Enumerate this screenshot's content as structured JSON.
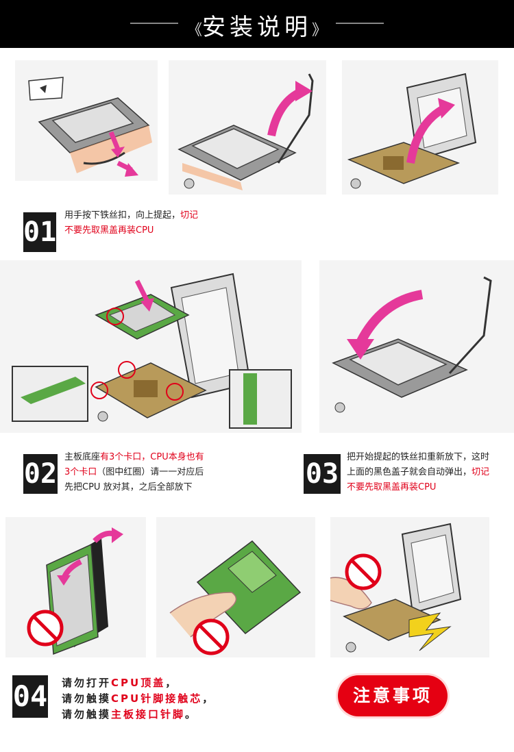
{
  "header": {
    "title": "安装说明",
    "left_bracket": "《",
    "right_bracket": "》"
  },
  "steps": [
    {
      "number": "01",
      "line1": "用手按下铁丝扣，向上提起，",
      "line1_red": "切记",
      "line2_red": "不要先取黑盖再装CPU"
    },
    {
      "number": "02",
      "l1a": "主板底座",
      "l1b_red": "有3个卡口，CPU本身也有",
      "l2a_red": "3个卡口",
      "l2b": "（图中红圈）请一一对应后",
      "l3": "先把CPU 放对其，之后全部放下"
    },
    {
      "number": "03",
      "l1": "把开始提起的铁丝扣重新放下，这时",
      "l2a": "上面的黑色盖子就会自动弹出，",
      "l2b_red": "切记",
      "l3_red": "不要先取黑盖再装CPU"
    },
    {
      "number": "04",
      "l1a": "请勿打开",
      "l1b_red": "CPU顶盖",
      "l1c": "，",
      "l2a": "请勿触摸",
      "l2b_red": "CPU针脚接触芯",
      "l2c": "，",
      "l3a": "请勿触摸",
      "l3b_red": "主板接口针脚",
      "l3c": "。"
    }
  ],
  "notice": {
    "label": "注意事项"
  },
  "colors": {
    "arrow": "#e5399a",
    "warning_red": "#e0001a",
    "step_bg": "#1a1a1a",
    "socket_brown": "#b89a5a",
    "pcb_green": "#5aa845"
  }
}
